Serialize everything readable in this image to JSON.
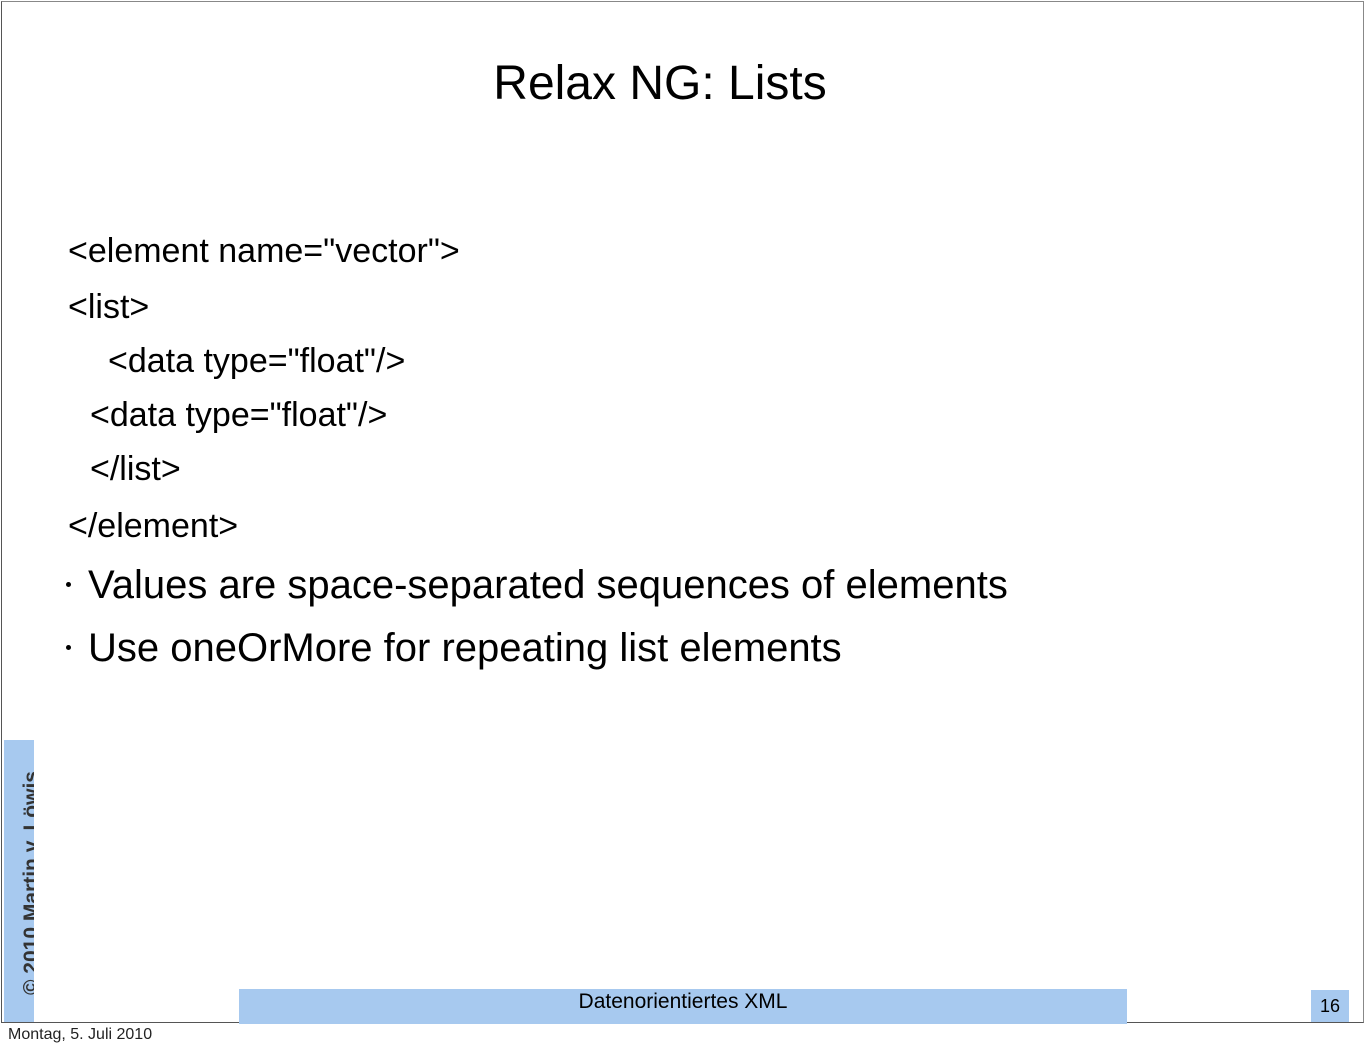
{
  "slide": {
    "title": "Relax NG: Lists",
    "code_lines": [
      "<element name=\"vector\">",
      "<list>",
      "<data type=\"float\"/>",
      "<data type=\"float\"/>",
      "</list>",
      "</element>"
    ],
    "bullets": [
      "Values are space-separated sequences of elements",
      "Use oneOrMore for repeating list elements"
    ]
  },
  "sidebar": {
    "copyright": "© 2010 Martin v. Löwis"
  },
  "footer": {
    "title": "Datenorientiertes XML",
    "page_number": "16"
  },
  "date_stamp": "Montag, 5. Juli 2010",
  "colors": {
    "accent_bar": "#a7c9ef",
    "text": "#000000",
    "background": "#ffffff"
  }
}
